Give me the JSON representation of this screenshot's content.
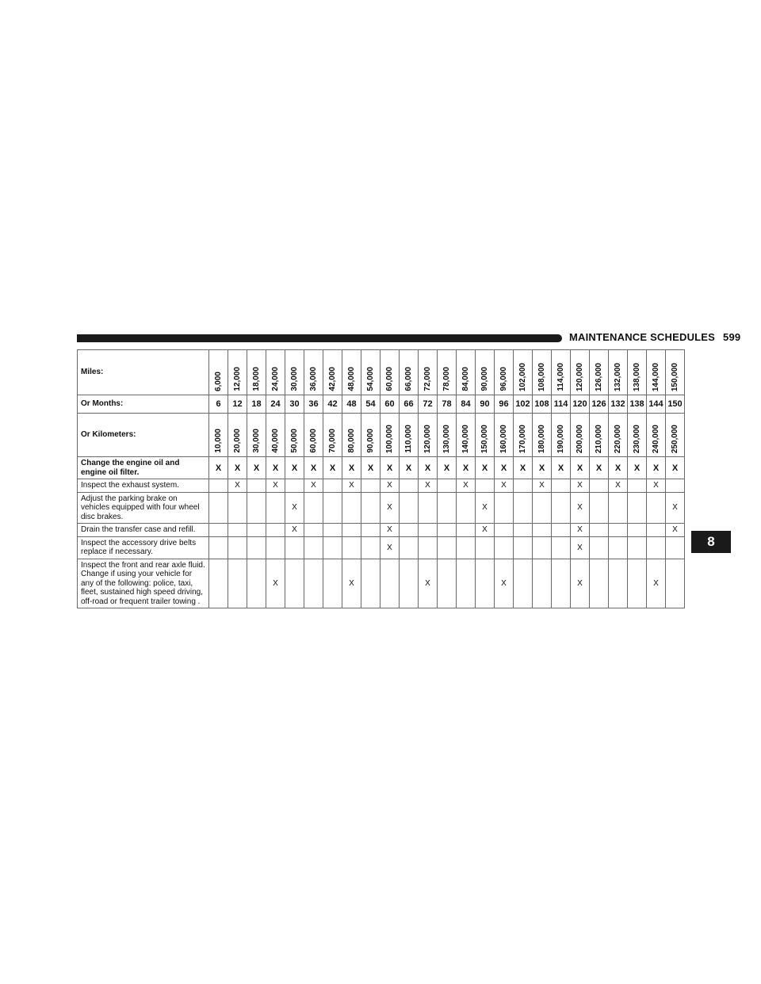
{
  "header": {
    "title": "MAINTENANCE SCHEDULES",
    "page_number": "599"
  },
  "chapter_tab": "8",
  "schedule": {
    "rows": [
      {
        "label": "Miles:",
        "bold": true,
        "type": "rotated",
        "cells": [
          "6,000",
          "12,000",
          "18,000",
          "24,000",
          "30,000",
          "36,000",
          "42,000",
          "48,000",
          "54,000",
          "60,000",
          "66,000",
          "72,000",
          "78,000",
          "84,000",
          "90,000",
          "96,000",
          "102,000",
          "108,000",
          "114,000",
          "120,000",
          "126,000",
          "132,000",
          "138,000",
          "144,000",
          "150,000"
        ]
      },
      {
        "label": "Or Months:",
        "bold": true,
        "type": "bold",
        "cells": [
          "6",
          "12",
          "18",
          "24",
          "30",
          "36",
          "42",
          "48",
          "54",
          "60",
          "66",
          "72",
          "78",
          "84",
          "90",
          "96",
          "102",
          "108",
          "114",
          "120",
          "126",
          "132",
          "138",
          "144",
          "150"
        ]
      },
      {
        "label": "Or Kilometers:",
        "bold": true,
        "type": "rotated",
        "cells": [
          "10,000",
          "20,000",
          "30,000",
          "40,000",
          "50,000",
          "60,000",
          "70,000",
          "80,000",
          "90,000",
          "100,000",
          "110,000",
          "120,000",
          "130,000",
          "140,000",
          "150,000",
          "160,000",
          "170,000",
          "180,000",
          "190,000",
          "200,000",
          "210,000",
          "220,000",
          "230,000",
          "240,000",
          "250,000"
        ]
      },
      {
        "label": "Change the engine oil and engine oil filter.",
        "bold": true,
        "type": "bold",
        "cells": [
          "X",
          "X",
          "X",
          "X",
          "X",
          "X",
          "X",
          "X",
          "X",
          "X",
          "X",
          "X",
          "X",
          "X",
          "X",
          "X",
          "X",
          "X",
          "X",
          "X",
          "X",
          "X",
          "X",
          "X",
          "X"
        ]
      },
      {
        "label": "Inspect the exhaust system.",
        "bold": false,
        "type": "plain",
        "cells": [
          "",
          "X",
          "",
          "X",
          "",
          "X",
          "",
          "X",
          "",
          "X",
          "",
          "X",
          "",
          "X",
          "",
          "X",
          "",
          "X",
          "",
          "X",
          "",
          "X",
          "",
          "X",
          ""
        ]
      },
      {
        "label": "Adjust the parking brake on vehicles equipped with four wheel disc brakes.",
        "bold": false,
        "type": "plain",
        "cells": [
          "",
          "",
          "",
          "",
          "X",
          "",
          "",
          "",
          "",
          "X",
          "",
          "",
          "",
          "",
          "X",
          "",
          "",
          "",
          "",
          "X",
          "",
          "",
          "",
          "",
          "X"
        ]
      },
      {
        "label": "Drain the transfer case and refill.",
        "bold": false,
        "type": "plain",
        "cells": [
          "",
          "",
          "",
          "",
          "X",
          "",
          "",
          "",
          "",
          "X",
          "",
          "",
          "",
          "",
          "X",
          "",
          "",
          "",
          "",
          "X",
          "",
          "",
          "",
          "",
          "X"
        ]
      },
      {
        "label": "Inspect the accessory drive belts replace if necessary.",
        "bold": false,
        "type": "plain",
        "cells": [
          "",
          "",
          "",
          "",
          "",
          "",
          "",
          "",
          "",
          "X",
          "",
          "",
          "",
          "",
          "",
          "",
          "",
          "",
          "",
          "X",
          "",
          "",
          "",
          "",
          ""
        ]
      },
      {
        "label": "Inspect the front and rear axle fluid. Change if using your vehicle for any of the following: police, taxi, fleet, sustained high speed driving, off-road or frequent trailer towing .",
        "bold": false,
        "type": "plain",
        "cells": [
          "",
          "",
          "",
          "X",
          "",
          "",
          "",
          "X",
          "",
          "",
          "",
          "X",
          "",
          "",
          "",
          "X",
          "",
          "",
          "",
          "X",
          "",
          "",
          "",
          "X",
          ""
        ]
      }
    ]
  }
}
